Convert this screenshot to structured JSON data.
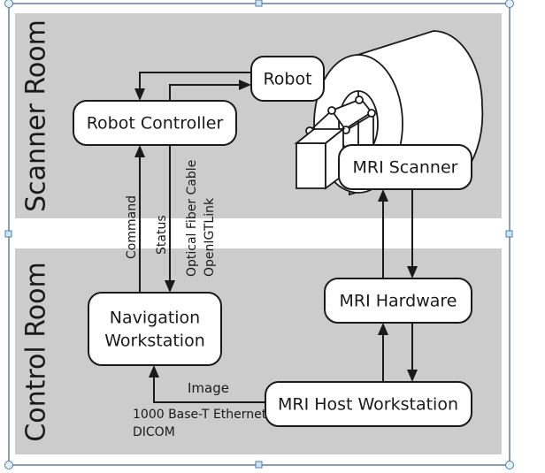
{
  "diagram": {
    "rooms": [
      {
        "id": "scanner-room",
        "label": "Scanner Room"
      },
      {
        "id": "control-room",
        "label": "Control Room"
      }
    ],
    "nodes": [
      {
        "id": "robot",
        "label": "Robot"
      },
      {
        "id": "robot-controller",
        "label": "Robot Controller"
      },
      {
        "id": "mri-scanner",
        "label": "MRI Scanner"
      },
      {
        "id": "navigation-workstation",
        "label_line1": "Navigation",
        "label_line2": "Workstation"
      },
      {
        "id": "mri-hardware",
        "label": "MRI Hardware"
      },
      {
        "id": "mri-host-workstation",
        "label": "MRI Host Workstation"
      }
    ],
    "edges": [
      {
        "from": "robot",
        "to": "robot-controller",
        "label": ""
      },
      {
        "from": "robot-controller",
        "to": "robot",
        "label": ""
      },
      {
        "from": "navigation-workstation",
        "to": "robot-controller",
        "label": "Command"
      },
      {
        "from": "robot-controller",
        "to": "navigation-workstation",
        "label": "Status"
      },
      {
        "from": "mri-hardware",
        "to": "mri-scanner",
        "label": ""
      },
      {
        "from": "mri-scanner",
        "to": "mri-hardware",
        "label": ""
      },
      {
        "from": "mri-host-workstation",
        "to": "mri-hardware",
        "label": ""
      },
      {
        "from": "mri-hardware",
        "to": "mri-host-workstation",
        "label": ""
      },
      {
        "from": "mri-host-workstation",
        "to": "navigation-workstation",
        "label": "Image"
      }
    ],
    "link_annotations": {
      "robot_link_line1": "Optical Fiber Cable",
      "robot_link_line2": "OpenIGTLink",
      "image_link_line1": "1000 Base-T Ethernet",
      "image_link_line2": "DICOM"
    },
    "colors": {
      "panel": "#cbcccb",
      "stroke": "#1a1a1a",
      "selection": "#4a6a8f"
    }
  }
}
